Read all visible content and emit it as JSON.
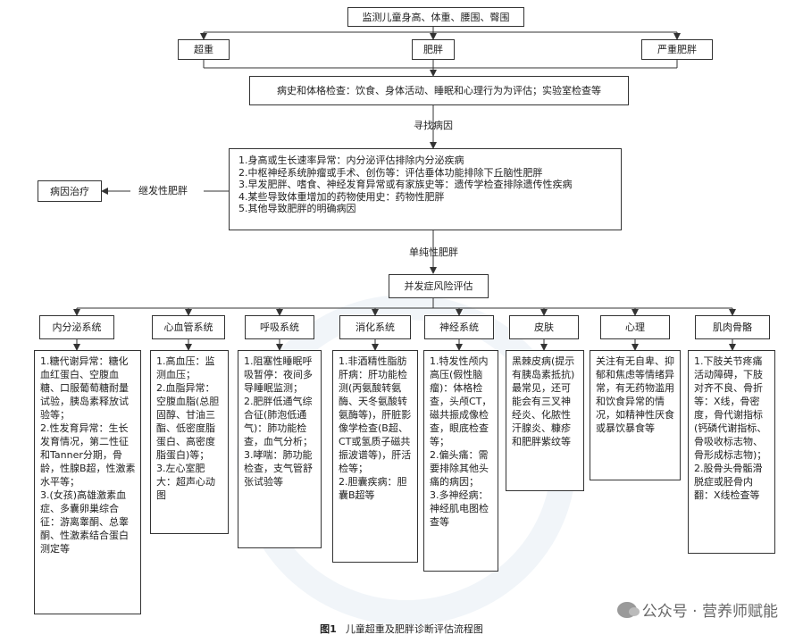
{
  "top": "监测儿童身高、体重、腰围、臀围",
  "weight_classes": [
    "超重",
    "肥胖",
    "严重肥胖"
  ],
  "assessment": "病史和体格检查：饮食、身体活动、睡眠和心理行为为评估；实验室检查等",
  "find_cause_label": "寻找病因",
  "causes": [
    "1.身高或生长速率异常：内分泌评估排除内分泌疾病",
    "2.中枢神经系统肿瘤或手术、创伤等：评估垂体功能排除下丘脑性肥胖",
    "3.早发肥胖、嗜食、神经发育异常或有家族史等：遗传学检查排除遗传性疾病",
    "4.某些导致体重增加的药物使用史：药物性肥胖",
    "5.其他导致肥胖的明确病因"
  ],
  "secondary_label": "继发性肥胖",
  "treatment": "病因治疗",
  "simple_label": "单纯性肥胖",
  "complication": "并发症风险评估",
  "systems": [
    {
      "name": "内分泌系统",
      "items": [
        "1.糖代谢异常：糖化血红蛋白、空腹血糖、口服葡萄糖耐量试验，胰岛素释放试验等；",
        "2.性发育异常：生长发育情况，第二性征和Tanner分期，骨龄，性腺B超，性激素水平等；",
        "3.(女孩)高雄激素血症、多囊卵巢综合征：游离睾酮、总睾酮、性激素结合蛋白测定等"
      ]
    },
    {
      "name": "心血管系统",
      "items": [
        "1.高血压：监测血压；",
        "2.血脂异常：空腹血脂(总胆固醇、甘油三酯、低密度脂蛋白、高密度脂蛋白)等；",
        "3.左心室肥大：超声心动图"
      ]
    },
    {
      "name": "呼吸系统",
      "items": [
        "1.阻塞性睡眠呼吸暂停：夜间多导睡眠监测；",
        "2.肥胖低通气综合征(肺泡低通气)：肺功能检查，血气分析；",
        "3.哮喘：肺功能检查，支气管舒张试验等"
      ]
    },
    {
      "name": "消化系统",
      "items": [
        "1.非酒精性脂肪肝病：肝功能检测(丙氨酸转氨酶、天冬氨酸转氨酶等)，肝脏影像学检查(B超、CT或氢质子磁共振波谱等)，肝活检等；",
        "2.胆囊疾病：胆囊B超等"
      ]
    },
    {
      "name": "神经系统",
      "items": [
        "1.特发性颅内高压(假性脑瘤)：体格检查，头颅CT，磁共振成像检查，眼底检查等；",
        "2.偏头痛：需要排除其他头痛的病因；",
        "3.多神经病：神经肌电图检查等"
      ]
    },
    {
      "name": "皮肤",
      "items": [
        "黑棘皮病(提示有胰岛素抵抗)最常见，还可能会有三叉神经炎、化脓性汗腺炎、糠疹和肥胖紫纹等"
      ]
    },
    {
      "name": "心理",
      "items": [
        "关注有无自卑、抑郁和焦虑等情绪异常，有无药物滥用和饮食异常的情况，如精神性厌食或暴饮暴食等"
      ]
    },
    {
      "name": "肌肉骨骼",
      "items": [
        "1.下肢关节疼痛活动障碍，下肢对齐不良、骨折等：X线，骨密度，骨代谢指标(钙磷代谢指标、骨吸收标志物、骨形成标志物)；",
        "2.股骨头骨骺滑脱症或胫骨内翻：X线检查等"
      ]
    }
  ],
  "caption_num": "图1",
  "caption_text": "儿童超重及肥胖诊断评估流程图",
  "watermark": "公众号 · 营养师赋能"
}
